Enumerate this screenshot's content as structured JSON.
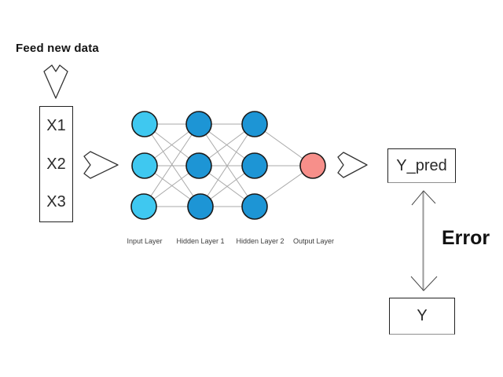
{
  "diagram": {
    "feed_label": "Feed new data",
    "input_box": {
      "items": [
        "X1",
        "X2",
        "X3"
      ]
    },
    "network": {
      "layers": [
        {
          "label": "Input Layer",
          "nodes": 3,
          "color": "#3fc8f0"
        },
        {
          "label": "Hidden Layer 1",
          "nodes": 3,
          "color": "#1d95d5"
        },
        {
          "label": "Hidden Layer 2",
          "nodes": 3,
          "color": "#1d95d5"
        },
        {
          "label": "Output Layer",
          "nodes": 1,
          "color": "#f78f8a"
        }
      ],
      "connection_color": "#aaaaaa",
      "node_border_color": "#1a1a1a"
    },
    "ypred_box_label": "Y_pred",
    "y_box_label": "Y",
    "error_label": "Error",
    "arrow_color": "#333333"
  }
}
